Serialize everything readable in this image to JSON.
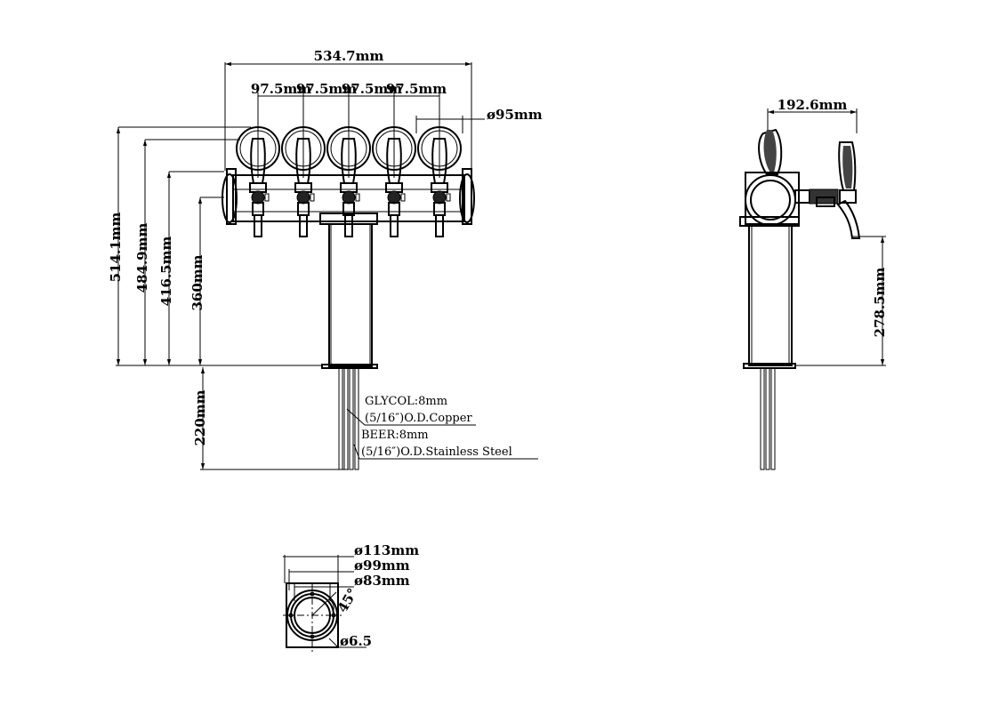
{
  "front_view": {
    "width_label": "534.7mm",
    "spacing_labels": [
      "97.5mm",
      "97.5mm",
      "97.5mm",
      "97.5mm"
    ],
    "medallion_label": "ø95mm",
    "height_labels": [
      "514.1mm",
      "484.9mm",
      "416.5mm",
      "360mm"
    ],
    "line_length_label": "220mm",
    "tap_count": 5
  },
  "line_notes": {
    "glycol_label": "GLYCOL:8mm",
    "glycol_material": "(5/16″)O.D.Copper",
    "beer_label": "BEER:8mm",
    "beer_material": "(5/16″)O.D.Stainless Steel"
  },
  "side_view": {
    "depth_label": "192.6mm",
    "spout_height_label": "278.5mm"
  },
  "base_view": {
    "outer_diameter_label": "ø113mm",
    "column_diameter_label": "ø99mm",
    "inner_diameter_label": "ø83mm",
    "angle_label": "45°",
    "hole_label": "ø6.5"
  }
}
